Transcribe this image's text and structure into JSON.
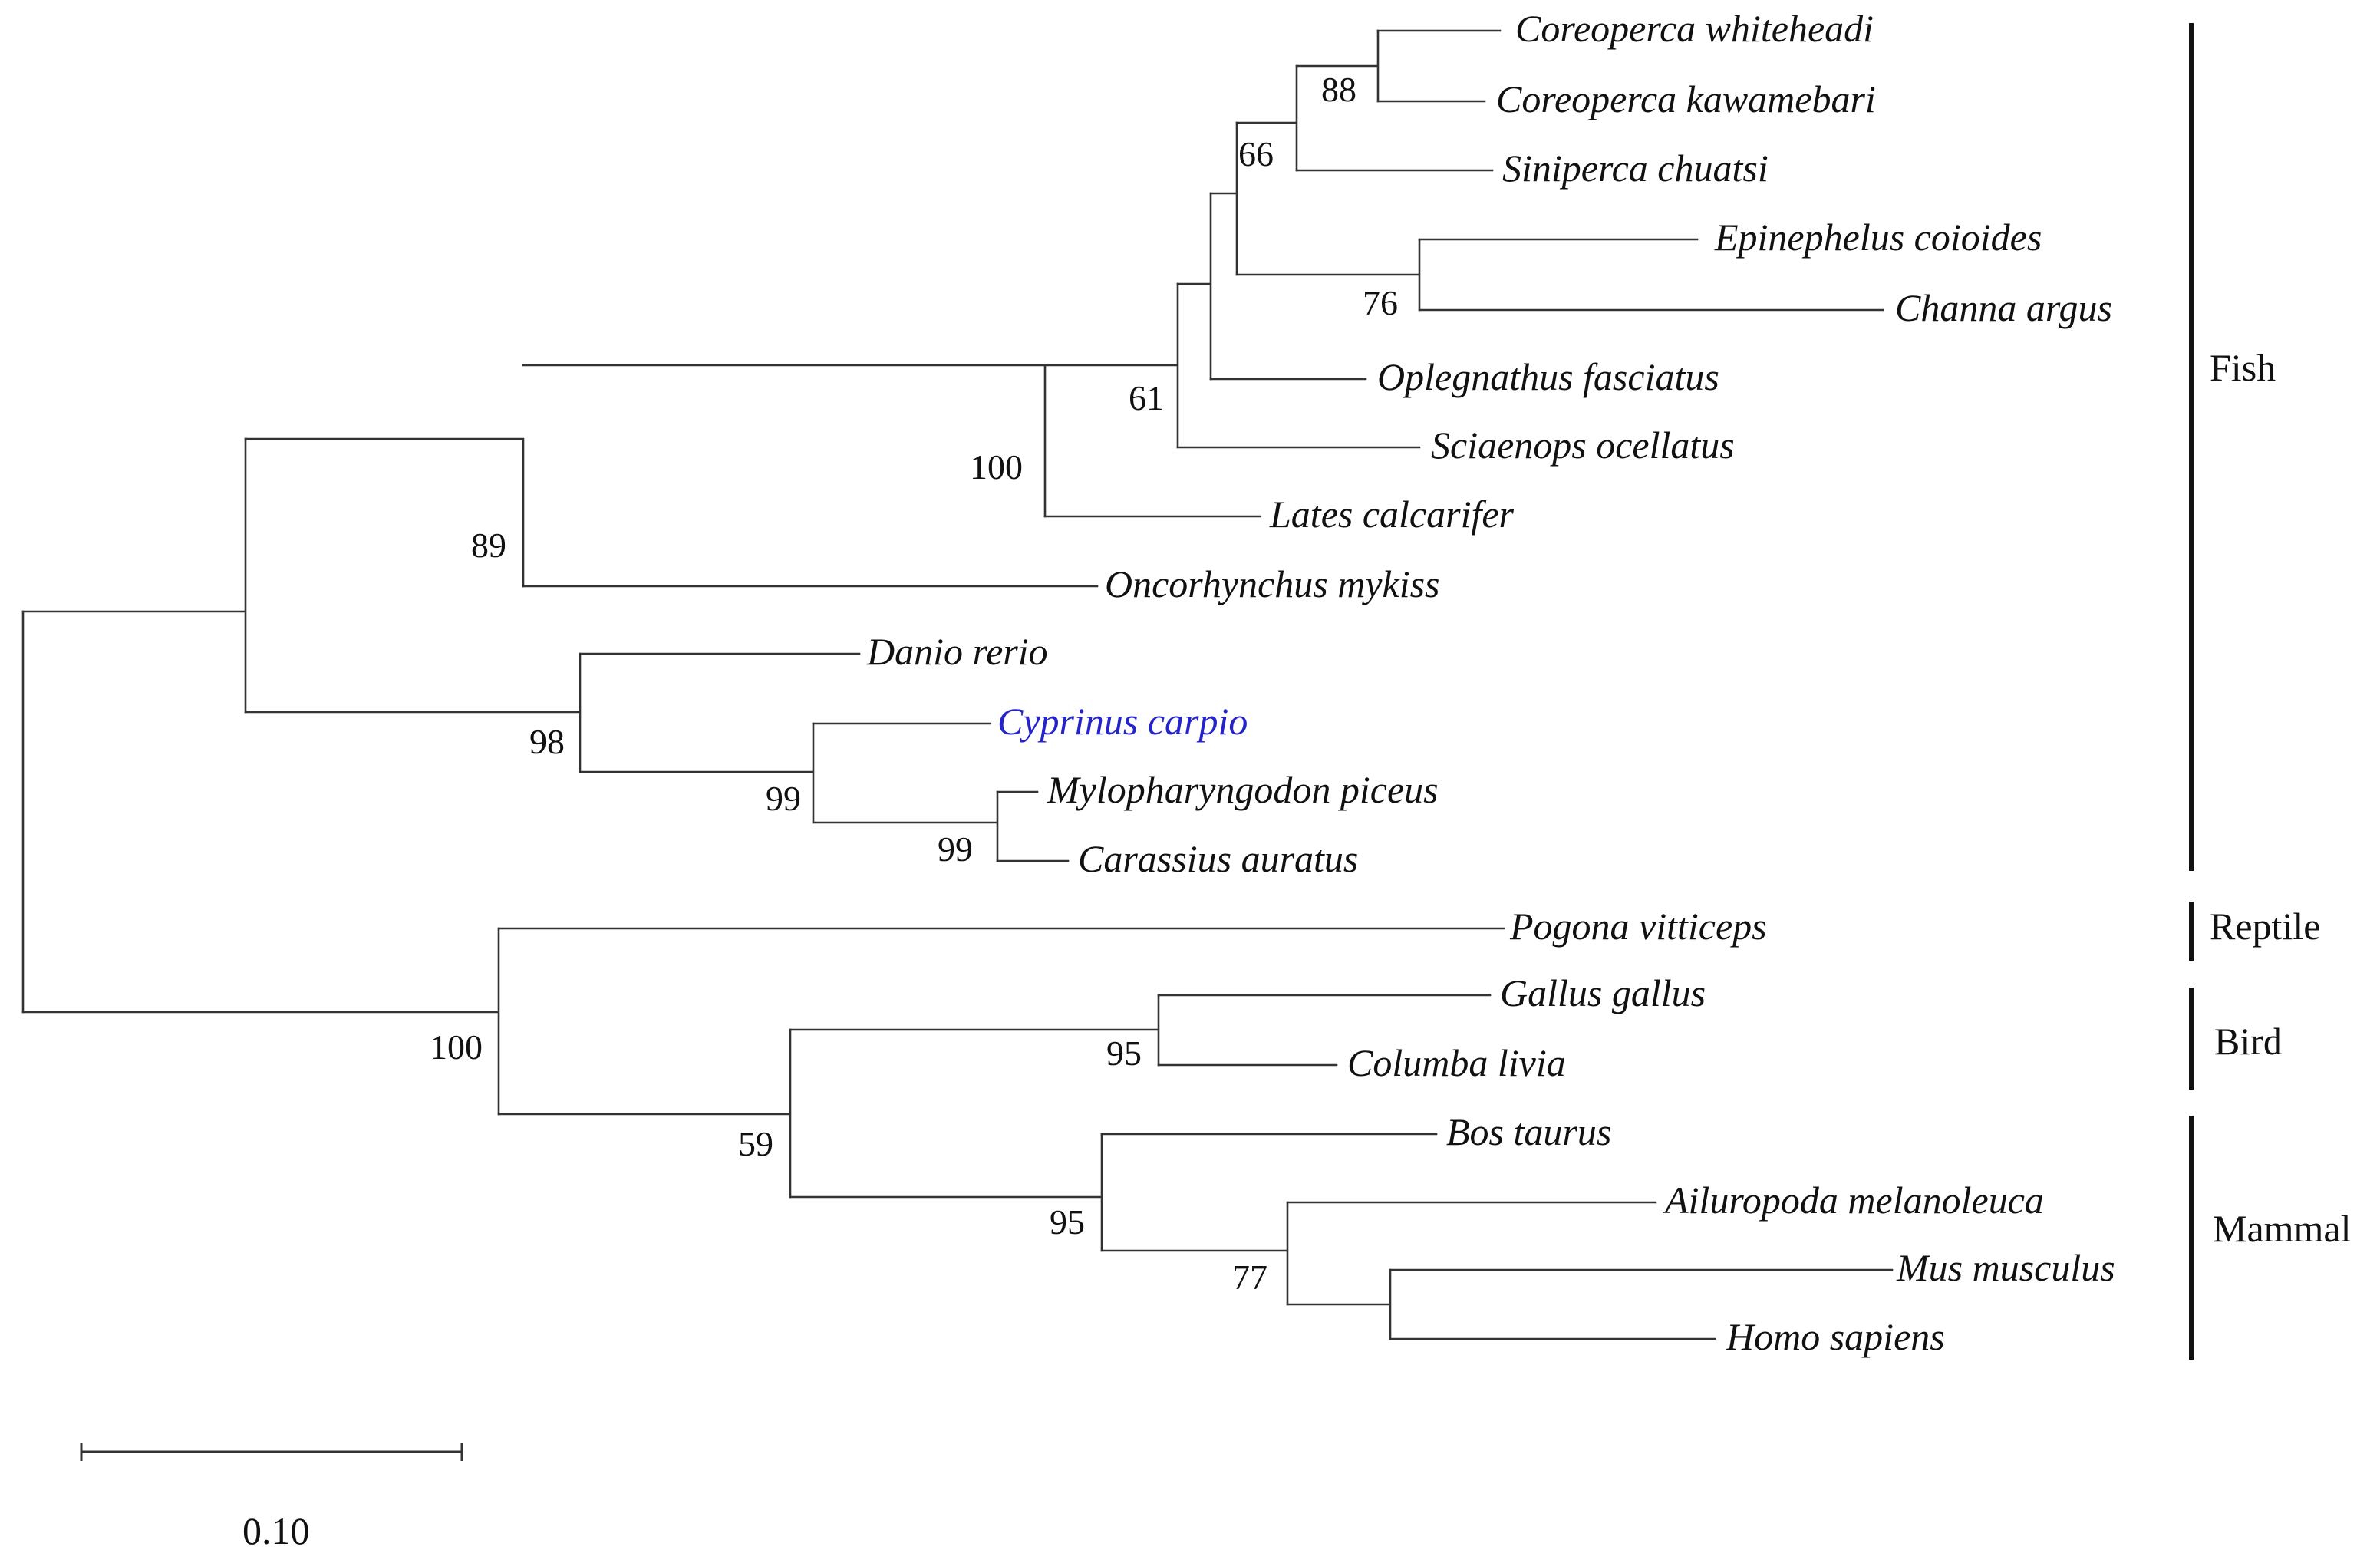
{
  "taxa": [
    {
      "name": "Coreoperca whiteheadi",
      "highlight": false
    },
    {
      "name": "Coreoperca kawamebari",
      "highlight": false
    },
    {
      "name": "Siniperca chuatsi",
      "highlight": false
    },
    {
      "name": "Epinephelus coioides",
      "highlight": false
    },
    {
      "name": "Channa argus",
      "highlight": false
    },
    {
      "name": "Oplegnathus fasciatus",
      "highlight": false
    },
    {
      "name": "Sciaenops ocellatus",
      "highlight": false
    },
    {
      "name": "Lates calcarifer",
      "highlight": false
    },
    {
      "name": "Oncorhynchus mykiss",
      "highlight": false
    },
    {
      "name": "Danio rerio",
      "highlight": false
    },
    {
      "name": "Cyprinus carpio",
      "highlight": true
    },
    {
      "name": "Mylopharyngodon piceus",
      "highlight": false
    },
    {
      "name": "Carassius auratus",
      "highlight": false
    },
    {
      "name": "Pogona vitticeps",
      "highlight": false
    },
    {
      "name": "Gallus gallus",
      "highlight": false
    },
    {
      "name": "Columba livia",
      "highlight": false
    },
    {
      "name": "Bos taurus",
      "highlight": false
    },
    {
      "name": "Ailuropoda melanoleuca",
      "highlight": false
    },
    {
      "name": "Mus musculus",
      "highlight": false
    },
    {
      "name": "Homo sapiens",
      "highlight": false
    }
  ],
  "bootstrap_values": [
    "88",
    "66",
    "76",
    "61",
    "100",
    "89",
    "99",
    "99",
    "98",
    "95",
    "77",
    "95",
    "59",
    "100"
  ],
  "groups": [
    {
      "label": "Fish",
      "first_taxon": 0,
      "last_taxon": 12
    },
    {
      "label": "Reptile",
      "first_taxon": 13,
      "last_taxon": 13
    },
    {
      "label": "Bird",
      "first_taxon": 14,
      "last_taxon": 15
    },
    {
      "label": "Mammal",
      "first_taxon": 16,
      "last_taxon": 19
    }
  ],
  "scale_bar": {
    "value": 0.1,
    "label": "0.10"
  },
  "colors": {
    "branch": "#333333",
    "text": "#111111",
    "highlight": "#2424c8"
  }
}
